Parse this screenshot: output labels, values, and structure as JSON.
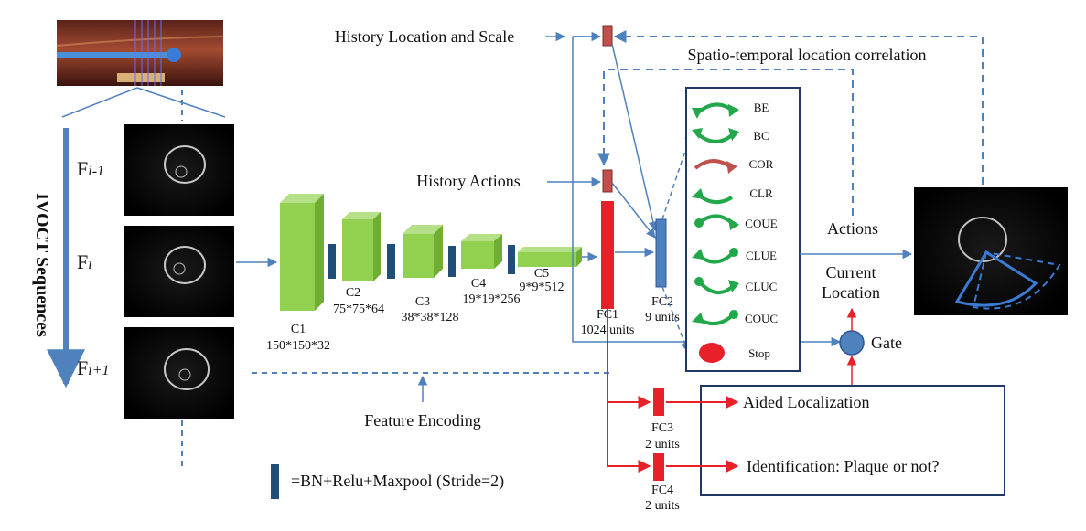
{
  "top_labels": {
    "history_location": "History Location and Scale",
    "spatio_temporal": "Spatio-temporal location correlation",
    "history_actions": "History Actions"
  },
  "sequence": {
    "title": "IVOCT Sequences",
    "frame_prev_main": "F",
    "frame_prev_sub": "i-1",
    "frame_cur_main": "F",
    "frame_cur_sub": "i",
    "frame_next_main": "F",
    "frame_next_sub": "i+1"
  },
  "conv_layers": [
    {
      "name": "C1",
      "dims": "150*150*32"
    },
    {
      "name": "C2",
      "dims": "75*75*64"
    },
    {
      "name": "C3",
      "dims": "38*38*128"
    },
    {
      "name": "C4",
      "dims": "19*19*256"
    },
    {
      "name": "C5",
      "dims": "9*9*512"
    }
  ],
  "fc_layers": {
    "fc1": {
      "name": "FC1",
      "units": "1024 units"
    },
    "fc2": {
      "name": "FC2",
      "units": "9 units"
    },
    "fc3": {
      "name": "FC3",
      "units": "2 units"
    },
    "fc4": {
      "name": "FC4",
      "units": "2 units"
    }
  },
  "actions": [
    {
      "label": "BE",
      "color": "#22a84a"
    },
    {
      "label": "BC",
      "color": "#22a84a"
    },
    {
      "label": "COR",
      "color": "#c0504d"
    },
    {
      "label": "CLR",
      "color": "#22a84a"
    },
    {
      "label": "COUE",
      "color": "#22a84a"
    },
    {
      "label": "CLUE",
      "color": "#22a84a"
    },
    {
      "label": "CLUC",
      "color": "#22a84a"
    },
    {
      "label": "COUC",
      "color": "#22a84a"
    },
    {
      "label": "Stop",
      "color": "#e8202a"
    }
  ],
  "right_labels": {
    "actions": "Actions",
    "current_location_1": "Current",
    "current_location_2": "Location",
    "gate": "Gate",
    "aided_localization": "Aided Localization",
    "identification": "Identification: Plaque or not?"
  },
  "bottom": {
    "feature_encoding": "Feature Encoding",
    "legend": "=BN+Relu+Maxpool (Stride=2)"
  },
  "colors": {
    "blue_line": "#4f81bd",
    "red_line": "#e8202a",
    "block_green": "#92d050",
    "bn_blue": "#1f4e79",
    "history_box": "#c0504d"
  }
}
